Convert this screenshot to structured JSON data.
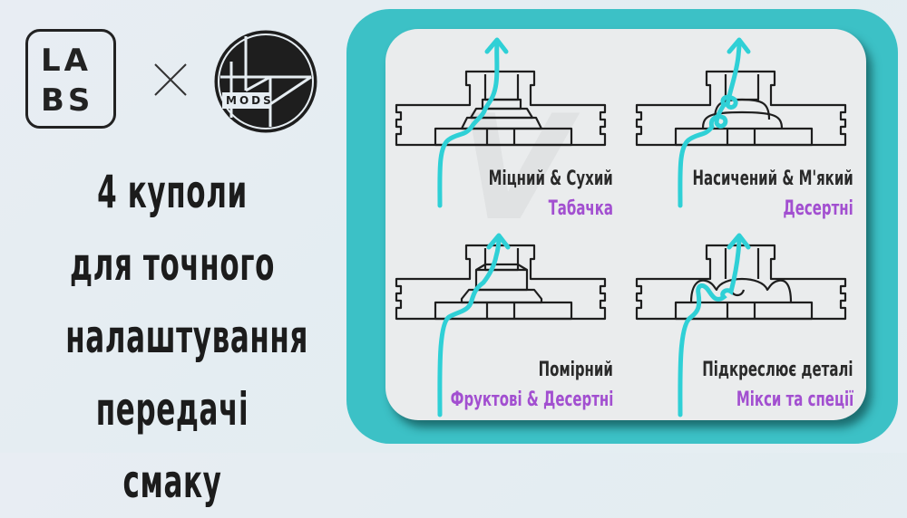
{
  "branding": {
    "logo_left": {
      "line1": "LA",
      "line2": "BS"
    },
    "separator": "×",
    "logo_right": {
      "text": "MODS"
    }
  },
  "headline": {
    "lines": [
      "4 куполи",
      "для точного",
      "налаштування",
      "передачі смаку"
    ]
  },
  "colors": {
    "frame": "#3cc1c6",
    "panel": "#eaeced",
    "airflow": "#2fd0d6",
    "flavor_text": "#a24fd0",
    "title_text": "#1c1c1c"
  },
  "domes": [
    {
      "profile": "Міцний & Сухий",
      "flavor": "Табачка"
    },
    {
      "profile": "Насичений & М'який",
      "flavor": "Десертні"
    },
    {
      "profile": "Помірний",
      "flavor": "Фруктові & Десертні"
    },
    {
      "profile": "Підкреслює деталі",
      "flavor": "Мікси та спеції"
    }
  ]
}
